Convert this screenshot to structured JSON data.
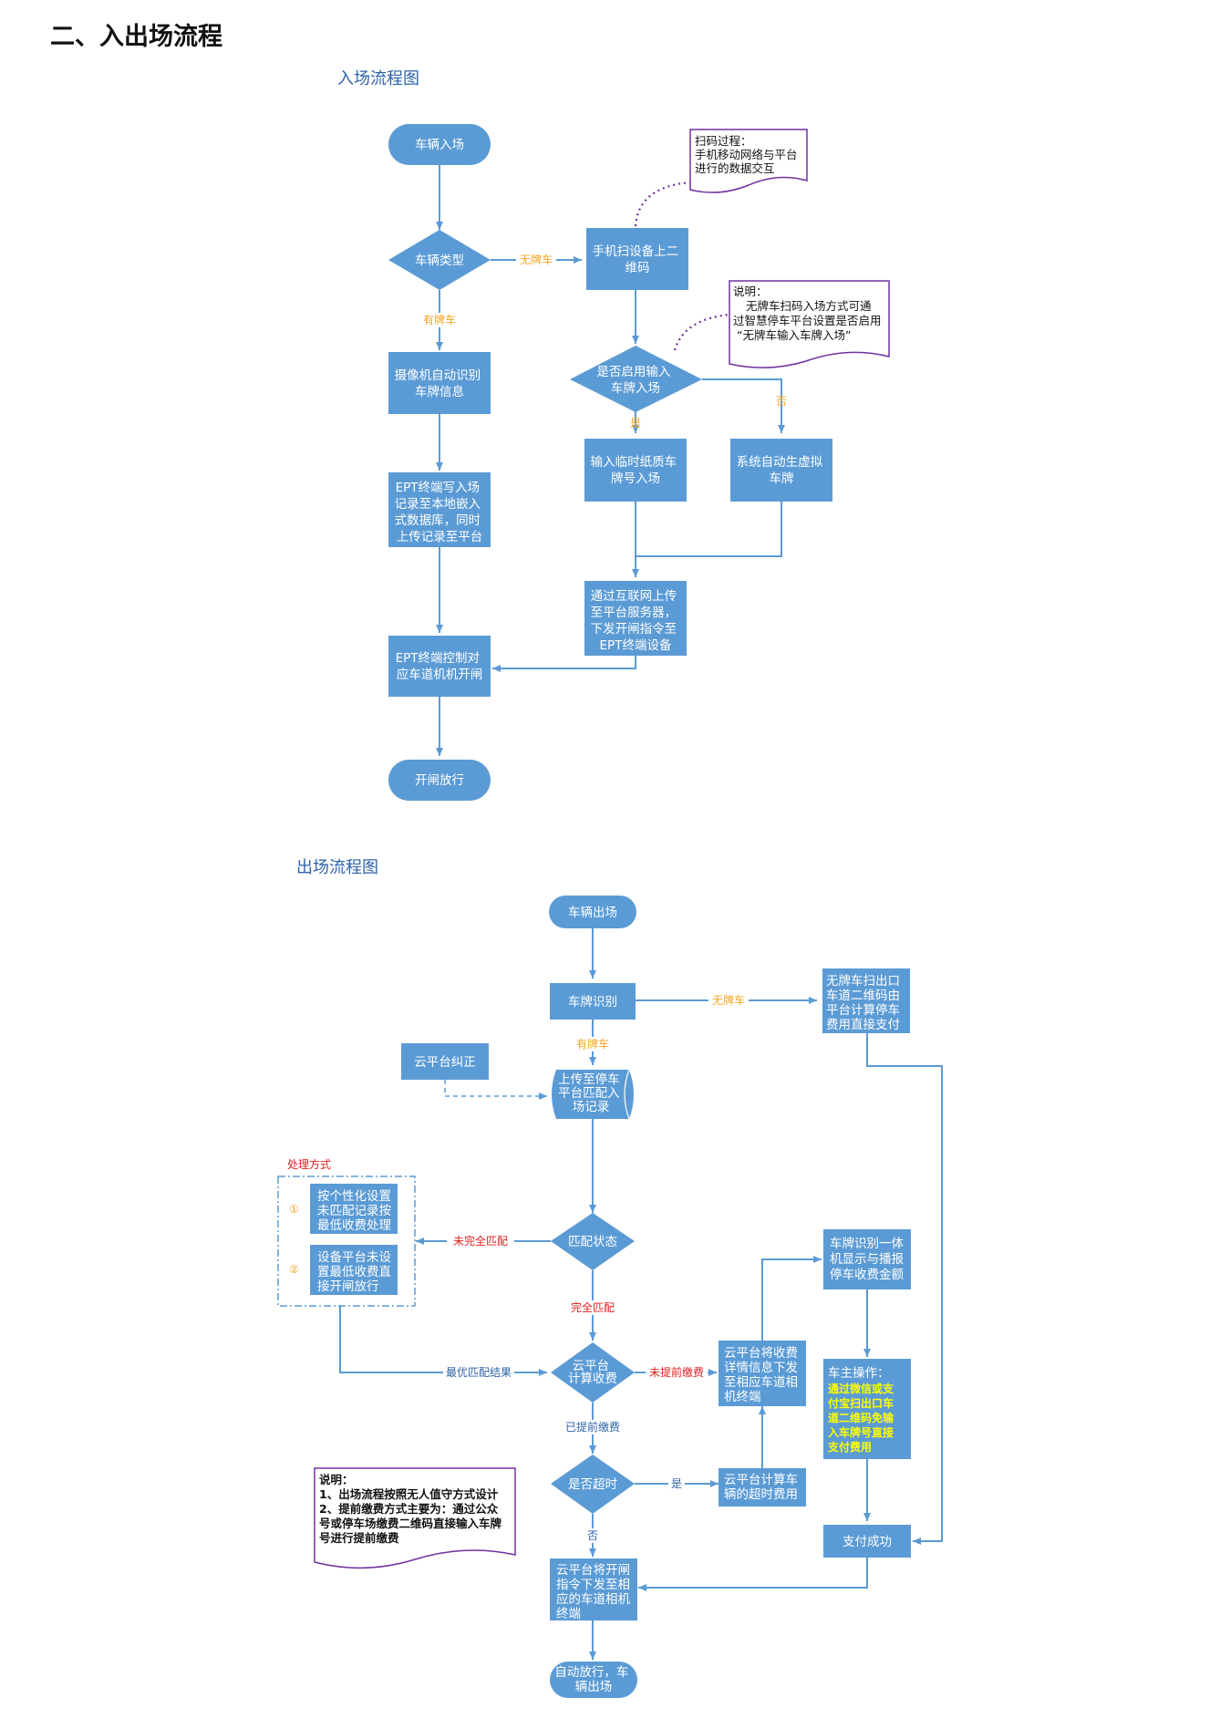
{
  "heading": "二、入出场流程",
  "entry": {
    "title": "入场流程图",
    "start": "车辆入场",
    "type_decision": "车辆类型",
    "label_noplate": "无牌车",
    "label_plate": "有牌车",
    "scan": [
      "手机扫设备上二",
      "维码"
    ],
    "camera": [
      "摄像机自动识别",
      "车牌信息"
    ],
    "ept_write": [
      "EPT终端写入场",
      "记录至本地嵌入",
      "式数据库，同时",
      "上传记录至平台"
    ],
    "input_decision": [
      "是否启用输入",
      "车牌入场"
    ],
    "label_yes": "是",
    "label_no": "否",
    "input_plate": [
      "输入临时纸质车",
      "牌号入场"
    ],
    "virtual_plate": [
      "系统自动生虚拟",
      "车牌"
    ],
    "upload": [
      "通过互联网上传",
      "至平台服务器，",
      "下发开闸指令至",
      "EPT终端设备"
    ],
    "control": [
      "EPT终端控制对",
      "应车道机机开闸"
    ],
    "end": "开闸放行",
    "note_scan": [
      "扫码过程：",
      "手机移动网络与平台",
      "进行的数据交互"
    ],
    "note_explain": [
      "说明：",
      "无牌车扫码入场方式可通",
      "过智慧停车平台设置是否启用",
      "“无牌车输入车牌入场”"
    ]
  },
  "exit": {
    "title": "出场流程图",
    "start": "车辆出场",
    "recognize": "车牌识别",
    "label_noplate": "无牌车",
    "label_plate": "有牌车",
    "noplate_box": [
      "无牌车扫出口",
      "车道二维码由",
      "平台计算停车",
      "费用直接支付"
    ],
    "cloud_correct": "云平台纠正",
    "upload_match": [
      "上传至停车",
      "平台匹配入",
      "场记录"
    ],
    "handle_title": "处理方式",
    "handle_1_num": "①",
    "handle_1": [
      "按个性化设置",
      "未匹配记录按",
      "最低收费处理"
    ],
    "handle_2_num": "②",
    "handle_2": [
      "设备平台未设",
      "置最低收费直",
      "接开闸放行"
    ],
    "match_decision": "匹配状态",
    "label_partial": "未完全匹配",
    "label_full": "完全匹配",
    "label_best": "最优匹配结果",
    "calc_decision": [
      "云平台",
      "计算收费"
    ],
    "label_unpaid": "未提前缴费",
    "label_paid": "已提前缴费",
    "push_detail": [
      "云平台将收费",
      "详情信息下发",
      "至相应车道相",
      "机终端"
    ],
    "display": [
      "车牌识别一体",
      "机显示与播报",
      "停车收费金额"
    ],
    "owner_title": "车主操作：",
    "owner_ops": [
      "通过微信或支",
      "付宝扫出口车",
      "道二维码免输",
      "入车牌号直接",
      "支付费用"
    ],
    "timeout_decision": "是否超时",
    "label_yes": "是",
    "label_no": "否",
    "calc_timeout": [
      "云平台计算车",
      "辆的超时费用"
    ],
    "pay_success": "支付成功",
    "open_cmd": [
      "云平台将开闸",
      "指令下发至相",
      "应的车道相机",
      "终端"
    ],
    "end": [
      "自动放行，车",
      "辆出场"
    ],
    "note_title": "说明：",
    "note_lines": [
      "1、出场流程按照无人值守方式设计",
      "2、提前缴费方式主要为：通过公众",
      "号或停车场缴费二维码直接输入车牌",
      "号进行提前缴费"
    ]
  },
  "colors": {
    "node": "#5b9bd5",
    "line": "#5b9bd5",
    "accent_label": "#f5a623",
    "red_label": "#e02020",
    "note_border": "#7030a0",
    "yellow_text": "#ffff00"
  }
}
